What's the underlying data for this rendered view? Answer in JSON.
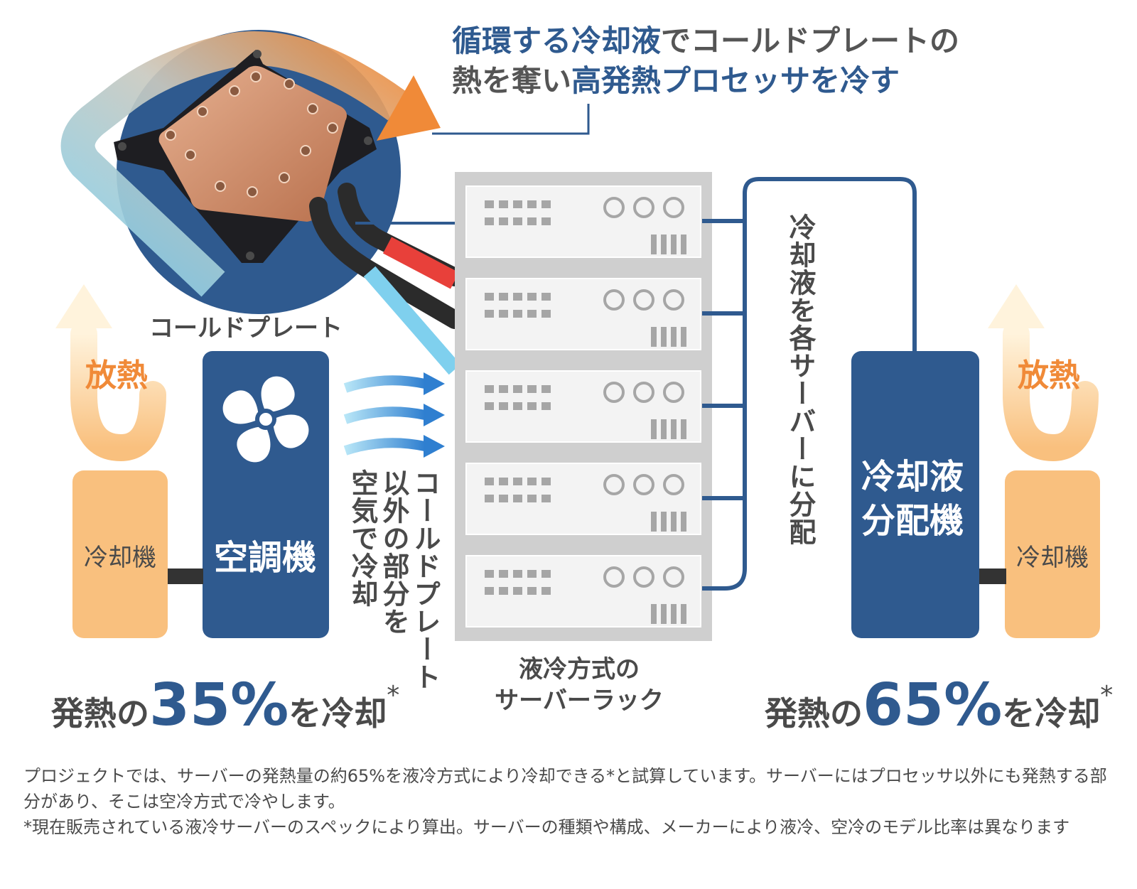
{
  "headline": {
    "part1": "循環する冷却液",
    "part2": "でコールドプレートの",
    "part3": "熱を奪い",
    "part4": "高発熱プロセッサを冷す"
  },
  "labels": {
    "cold_plate": "コールドプレート",
    "heat_left": "放熱",
    "heat_right": "放熱",
    "chiller_left": "冷却機",
    "chiller_right": "冷却機",
    "air_conditioner": "空調機",
    "cdu_line1": "冷却液",
    "cdu_line2": "分配機",
    "air_cooling_vertical": "コールドプレート\n以外の部分を\n空気で冷却",
    "distribution_vertical": "冷却液を各サーバーに分配",
    "rack_line1": "液冷方式の",
    "rack_line2": "サーバーラック"
  },
  "stats": {
    "left": {
      "prefix": "発熱の",
      "value": "35%",
      "suffix": "を冷却",
      "mark": "*"
    },
    "right": {
      "prefix": "発熱の",
      "value": "65%",
      "suffix": "を冷却",
      "mark": "*"
    }
  },
  "caption": {
    "line1": "プロジェクトでは、サーバーの発熱量の約65%を液冷方式により冷却できる*と試算しています。サーバーにはプロセッサ以外にも発熱する部分があり、そこは空冷方式で冷やします。",
    "line2": "*現在販売されている液冷サーバーのスペックにより算出。サーバーの種類や構成、メーカーにより液冷、空冷のモデル比率は異なります"
  },
  "colors": {
    "navy": "#2f5a8f",
    "orange": "#f08a38",
    "orange_light": "#f9c07e",
    "sky": "#7fd0ee",
    "red": "#e8403a",
    "rack_gray": "#cfcfcf"
  }
}
